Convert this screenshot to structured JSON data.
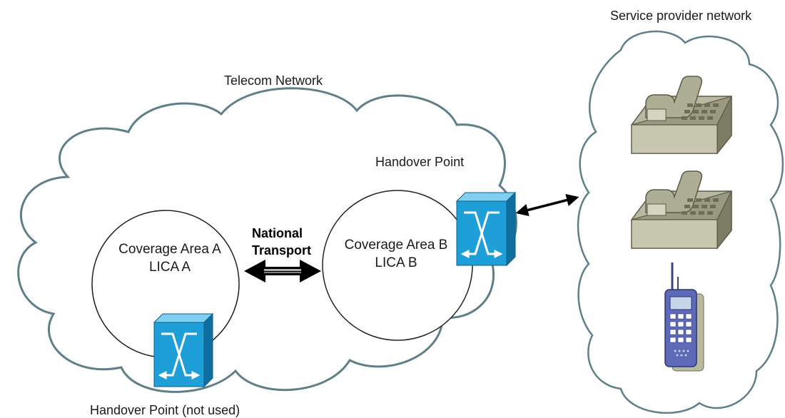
{
  "labels": {
    "service_provider_network": "Service provider network",
    "telecom_network": "Telecom Network",
    "handover_point_top": "Handover Point",
    "handover_point_bottom": "Handover Point (not used)",
    "coverage_area_a_line1": "Coverage Area A",
    "coverage_area_a_line2": "LICA A",
    "coverage_area_b_line1": "Coverage Area B",
    "coverage_area_b_line2": "LICA B",
    "national_transport_line1": "National",
    "national_transport_line2": "Transport"
  },
  "icons": {
    "switch": "switch-icon",
    "desk_phone": "desk-phone-icon",
    "mobile_phone": "mobile-phone-icon"
  },
  "colors": {
    "cloud_stroke": "#5f7f88",
    "switch_face": "#1f9fd8",
    "switch_side": "#0f6f9e",
    "switch_top": "#7fd0f0",
    "phone_body": "#b9b9a0",
    "phone_dark": "#6e6e58",
    "mobile_body": "#5c6ab8"
  }
}
